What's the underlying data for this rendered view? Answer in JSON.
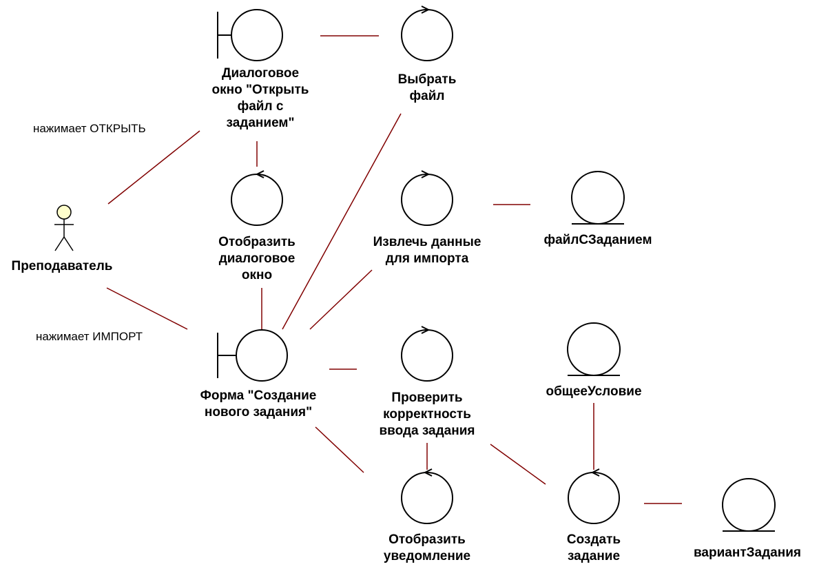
{
  "colors": {
    "background": "#ffffff",
    "outline": "#000000",
    "link": "#800000",
    "actor_head": "#ffffcc"
  },
  "actor": {
    "label": "Преподаватель",
    "icon": "actor-stick-figure-icon"
  },
  "messages": {
    "open": "нажимает ОТКРЫТЬ",
    "import": "нажимает ИМПОРТ"
  },
  "boundaries": {
    "open_dialog": {
      "label": "Диалоговое\nокно \"Открыть\nфайл с\nзаданием\"",
      "icon": "boundary-icon"
    },
    "new_task_form": {
      "label": "Форма \"Создание\nнового задания\"",
      "icon": "boundary-icon"
    }
  },
  "controls": {
    "select_file": {
      "label": "Выбрать\nфайл",
      "icon": "control-icon"
    },
    "show_dialog": {
      "label": "Отобразить\nдиалоговое\nокно",
      "icon": "control-icon"
    },
    "extract_data": {
      "label": "Извлечь данные\nдля импорта",
      "icon": "control-icon"
    },
    "check_input": {
      "label": "Проверить\nкорректность\nввода задания",
      "icon": "control-icon"
    },
    "show_notice": {
      "label": "Отобразить\nуведомление",
      "icon": "control-icon"
    },
    "create_task": {
      "label": "Создать\nзадание",
      "icon": "control-icon"
    }
  },
  "entities": {
    "task_file": {
      "label": "файлСЗаданием",
      "icon": "entity-icon"
    },
    "general_condition": {
      "label": "общееУсловие",
      "icon": "entity-icon"
    },
    "task_variant": {
      "label": "вариантЗадания",
      "icon": "entity-icon"
    }
  }
}
